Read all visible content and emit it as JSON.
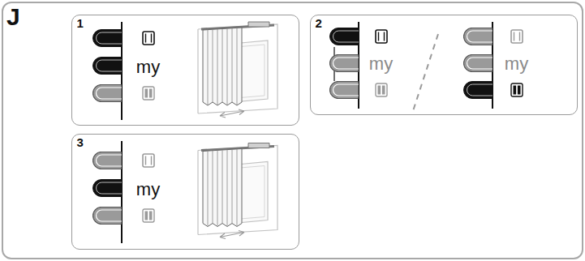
{
  "diagram": {
    "nodes": [
      {
        "text": [
          "J"
        ]
      },
      {
        "text": [
          "1",
          "my"
        ],
        "in": 0
      },
      {
        "text": [
          "2",
          "my",
          "my"
        ],
        "in": 0
      },
      {
        "text": [
          "3",
          "my"
        ],
        "in": 0
      }
    ]
  }
}
